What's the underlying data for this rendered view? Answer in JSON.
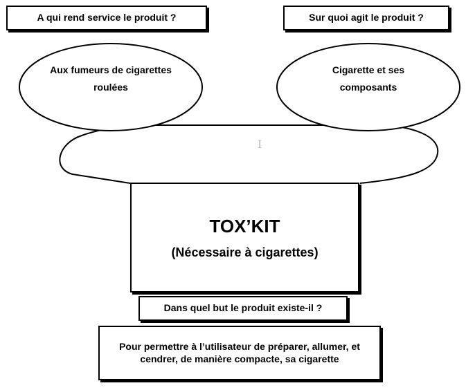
{
  "questions": {
    "who": "A qui rend service le produit ?",
    "what": "Sur quoi agit le produit ?",
    "why": "Dans quel but le produit existe-il ?"
  },
  "answers": {
    "who": "Aux fumeurs de cigarettes roulées",
    "what": "Cigarette et ses composants",
    "why": "Pour permettre à l’utilisateur de préparer, allumer, et cendrer, de manière compacte, sa cigarette"
  },
  "product": {
    "name": "TOX’KIT",
    "description": "(Nécessaire à cigarettes)"
  },
  "colors": {
    "line": "#000000",
    "background": "#ffffff"
  }
}
